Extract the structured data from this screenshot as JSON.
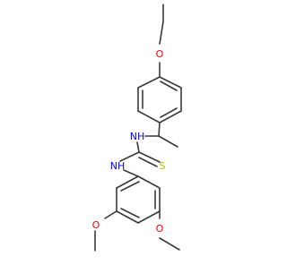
{
  "molecule": {
    "atom_labels": {
      "o_ethoxy": "O",
      "nh_upper": "NH",
      "nh_lower": "NH",
      "s": "S",
      "o_meo_left": "O",
      "o_meo_right": "O"
    },
    "colors": {
      "bond": "#3a3a3a",
      "oxygen": "#ff0000",
      "nitrogen": "#0000ff",
      "sulfur": "#b8b800"
    }
  }
}
